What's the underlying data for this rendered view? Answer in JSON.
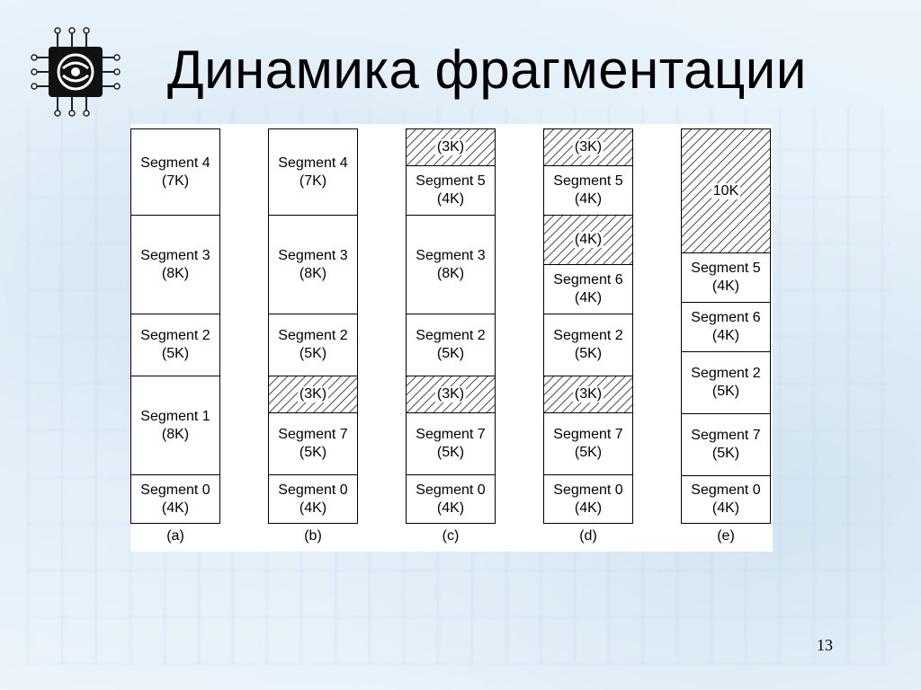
{
  "slide": {
    "title": "Динамика фрагментации",
    "page_number": "13"
  },
  "columns": [
    {
      "label": "(a)",
      "blocks": [
        {
          "line1": "Segment 4",
          "line2": "(7K)",
          "size_k": 7,
          "free": false
        },
        {
          "line1": "Segment 3",
          "line2": "(8K)",
          "size_k": 8,
          "free": false
        },
        {
          "line1": "Segment 2",
          "line2": "(5K)",
          "size_k": 5,
          "free": false
        },
        {
          "line1": "Segment 1",
          "line2": "(8K)",
          "size_k": 8,
          "free": false
        },
        {
          "line1": "Segment 0",
          "line2": "(4K)",
          "size_k": 4,
          "free": false
        }
      ]
    },
    {
      "label": "(b)",
      "blocks": [
        {
          "line1": "Segment 4",
          "line2": "(7K)",
          "size_k": 7,
          "free": false
        },
        {
          "line1": "Segment 3",
          "line2": "(8K)",
          "size_k": 8,
          "free": false
        },
        {
          "line1": "Segment 2",
          "line2": "(5K)",
          "size_k": 5,
          "free": false
        },
        {
          "line1": "(3K)",
          "line2": "",
          "size_k": 3,
          "free": true
        },
        {
          "line1": "Segment 7",
          "line2": "(5K)",
          "size_k": 5,
          "free": false
        },
        {
          "line1": "Segment 0",
          "line2": "(4K)",
          "size_k": 4,
          "free": false
        }
      ]
    },
    {
      "label": "(c)",
      "blocks": [
        {
          "line1": "(3K)",
          "line2": "",
          "size_k": 3,
          "free": true
        },
        {
          "line1": "Segment 5",
          "line2": "(4K)",
          "size_k": 4,
          "free": false
        },
        {
          "line1": "Segment 3",
          "line2": "(8K)",
          "size_k": 8,
          "free": false
        },
        {
          "line1": "Segment 2",
          "line2": "(5K)",
          "size_k": 5,
          "free": false
        },
        {
          "line1": "(3K)",
          "line2": "",
          "size_k": 3,
          "free": true
        },
        {
          "line1": "Segment 7",
          "line2": "(5K)",
          "size_k": 5,
          "free": false
        },
        {
          "line1": "Segment 0",
          "line2": "(4K)",
          "size_k": 4,
          "free": false
        }
      ]
    },
    {
      "label": "(d)",
      "blocks": [
        {
          "line1": "(3K)",
          "line2": "",
          "size_k": 3,
          "free": true
        },
        {
          "line1": "Segment 5",
          "line2": "(4K)",
          "size_k": 4,
          "free": false
        },
        {
          "line1": "(4K)",
          "line2": "",
          "size_k": 4,
          "free": true
        },
        {
          "line1": "Segment 6",
          "line2": "(4K)",
          "size_k": 4,
          "free": false
        },
        {
          "line1": "Segment 2",
          "line2": "(5K)",
          "size_k": 5,
          "free": false
        },
        {
          "line1": "(3K)",
          "line2": "",
          "size_k": 3,
          "free": true
        },
        {
          "line1": "Segment 7",
          "line2": "(5K)",
          "size_k": 5,
          "free": false
        },
        {
          "line1": "Segment 0",
          "line2": "(4K)",
          "size_k": 4,
          "free": false
        }
      ]
    },
    {
      "label": "(e)",
      "blocks": [
        {
          "line1": "10K",
          "line2": "",
          "size_k": 10,
          "free": true
        },
        {
          "line1": "Segment 5",
          "line2": "(4K)",
          "size_k": 4,
          "free": false
        },
        {
          "line1": "Segment 6",
          "line2": "(4K)",
          "size_k": 4,
          "free": false
        },
        {
          "line1": "Segment 2",
          "line2": "(5K)",
          "size_k": 5,
          "free": false
        },
        {
          "line1": "Segment 7",
          "line2": "(5K)",
          "size_k": 5,
          "free": false
        },
        {
          "line1": "Segment 0",
          "line2": "(4K)",
          "size_k": 4,
          "free": false
        }
      ]
    }
  ],
  "icons": {
    "logo": "chip-logo-icon"
  },
  "colors": {
    "border": "#000000",
    "hatch": "#555555"
  }
}
